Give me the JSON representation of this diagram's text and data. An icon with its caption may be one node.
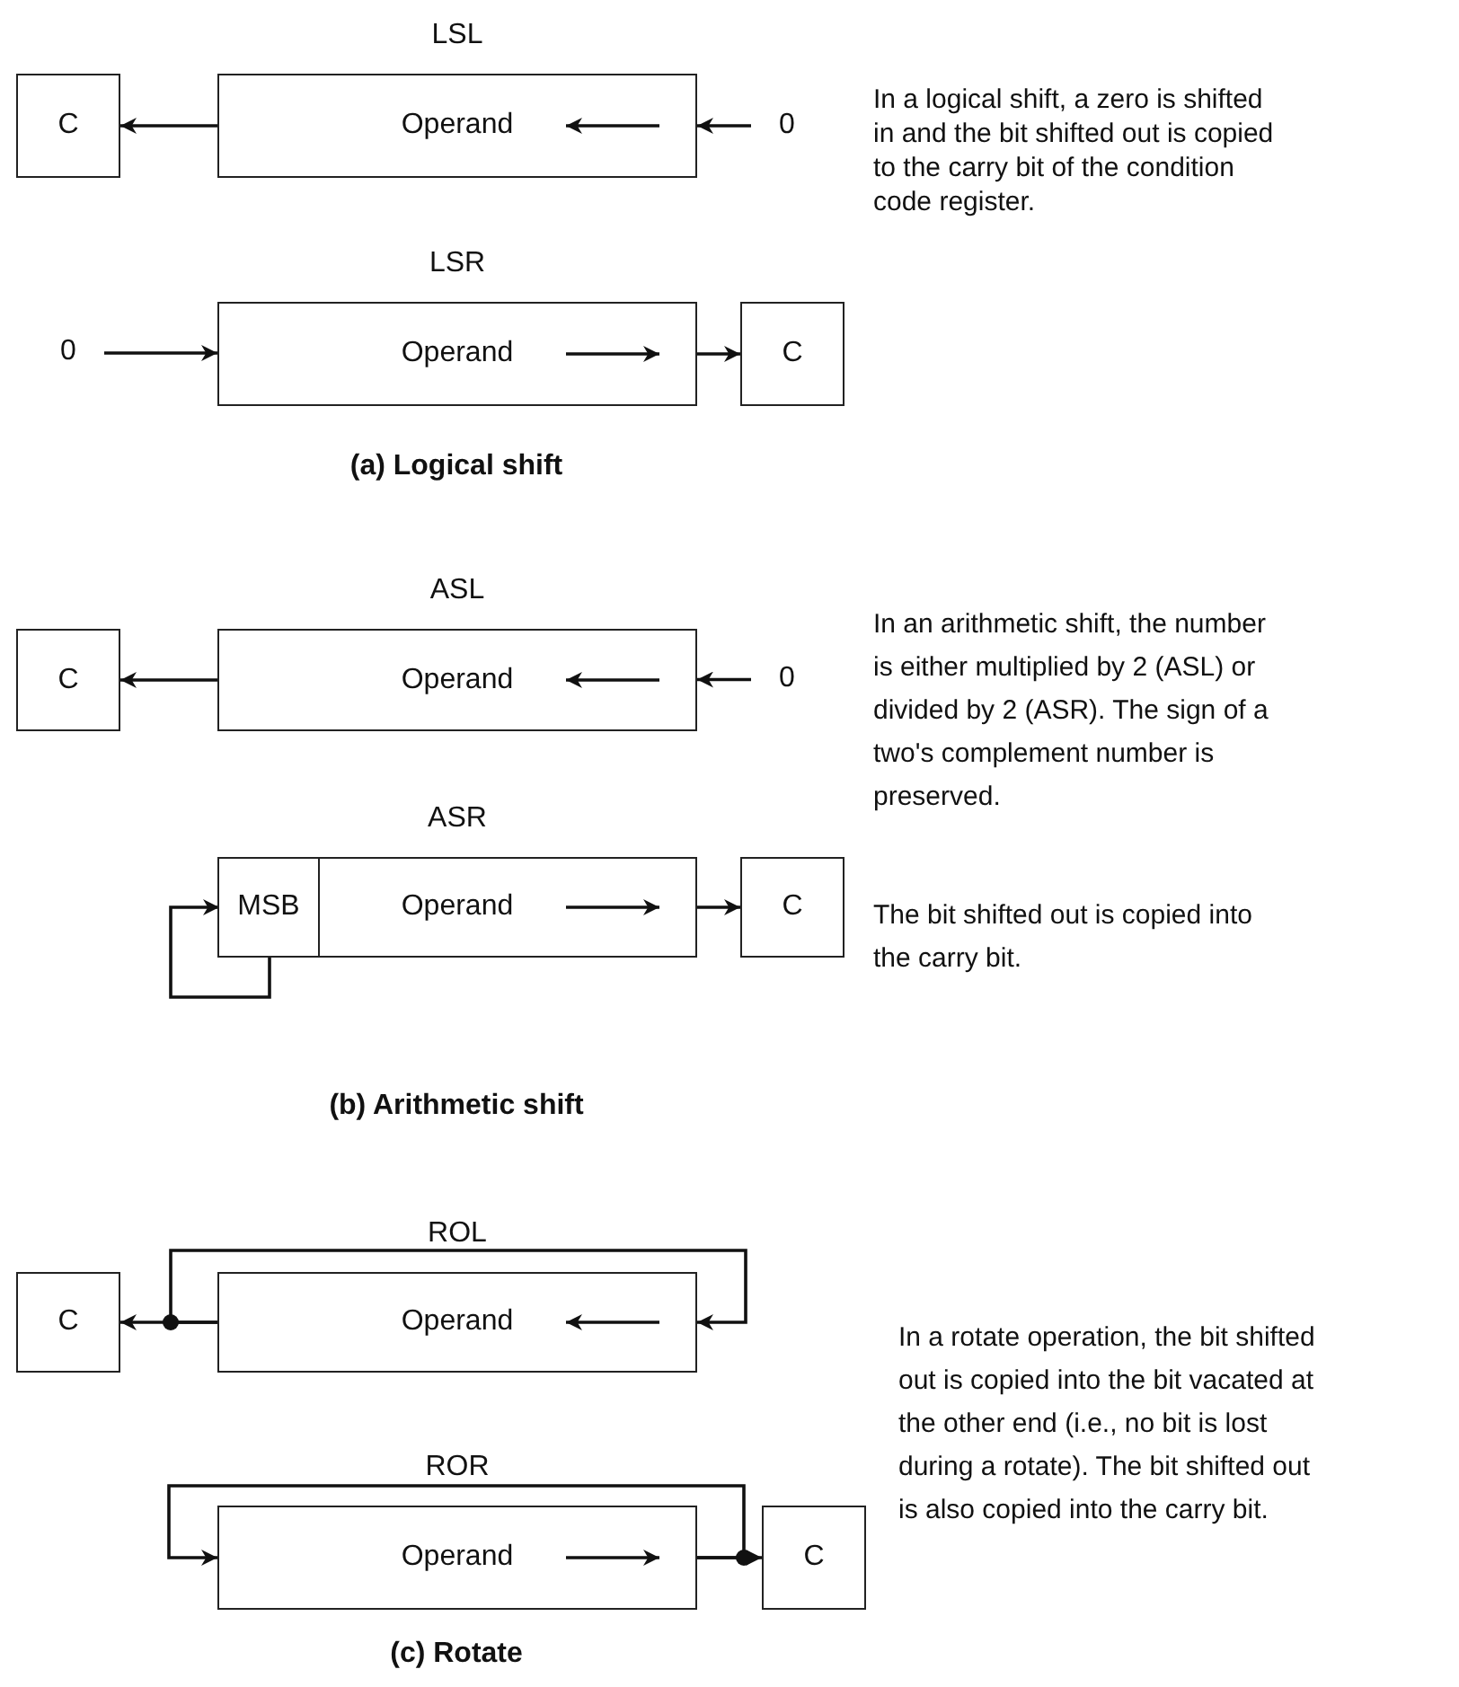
{
  "diagram": {
    "nodes": [
      {
        "text": [
          "C"
        ]
      },
      {
        "text": [
          "LSL",
          "Operand"
        ]
      },
      {
        "text": [
          "0"
        ]
      },
      {
        "text": [
          "0"
        ]
      },
      {
        "text": [
          "LSR",
          "Operand"
        ]
      },
      {
        "text": [
          "C"
        ]
      },
      {
        "text": [
          "C"
        ]
      },
      {
        "text": [
          "ASL",
          "Operand"
        ]
      },
      {
        "text": [
          "0"
        ]
      },
      {
        "text": [
          "ASR",
          "Operand"
        ]
      },
      {
        "text": [
          "MSB"
        ],
        "in": 9
      },
      {
        "text": [
          "C"
        ]
      },
      {
        "text": [
          "C"
        ]
      },
      {
        "text": [
          "ROL",
          "Operand"
        ]
      },
      {
        "text": [
          "ROR",
          "Operand"
        ]
      },
      {
        "text": [
          "C"
        ]
      }
    ],
    "edges": [
      {
        "from": 1,
        "to": 0,
        "arrow": "to"
      },
      {
        "from": 2,
        "to": 1,
        "arrow": "to"
      },
      {
        "from": 3,
        "to": 4,
        "arrow": "to"
      },
      {
        "from": 4,
        "to": 5,
        "arrow": "to"
      },
      {
        "from": 7,
        "to": 6,
        "arrow": "to"
      },
      {
        "from": 8,
        "to": 7,
        "arrow": "to"
      },
      {
        "from": 9,
        "to": 11,
        "arrow": "to"
      },
      {
        "from": 10,
        "to": 10,
        "arrow": "to"
      },
      {
        "from": 13,
        "to": 12,
        "arrow": "to"
      },
      {
        "from": 13,
        "to": 13,
        "arrow": "to"
      },
      {
        "from": 14,
        "to": 15,
        "arrow": "to"
      },
      {
        "from": 14,
        "to": 14,
        "arrow": "to"
      }
    ],
    "labels": [
      "In a logical shift, a zero is shifted in and the bit shifted out is copied to the carry bit of the condition code register.",
      "(a) Logical shift",
      "In an arithmetic shift, the number is either multiplied by 2 (ASL) or divided by 2 (ASR). The sign of a two's complement number is preserved.",
      "The bit shifted out is copied into the carry bit.",
      "(b) Arithmetic shift",
      "In a rotate operation, the bit shifted out is copied into the bit vacated at the other end (i.e., no bit is lost during a rotate). The bit shifted out is also copied into the carry bit.",
      "(c) Rotate"
    ]
  }
}
